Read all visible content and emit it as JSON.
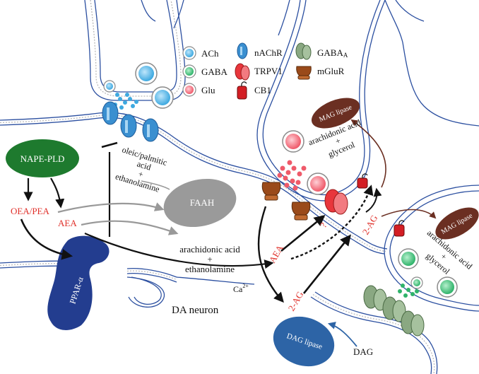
{
  "legend": {
    "ach": "ACh",
    "nachr": "nAChR",
    "gaba_a": "GABA",
    "gaba_a_sub": "A",
    "gaba": "GABA",
    "trpv1": "TRPV1",
    "mglur": "mGluR",
    "glu": "Glu",
    "cb1": "CB1"
  },
  "enzymes": {
    "nape_pld": "NAPE-PLD",
    "faah": "FAAH",
    "ppar": "PPAR-α",
    "mag_lipase_1": "MAG lipase",
    "mag_lipase_2": "MAG lipase",
    "dag_lipase": "DAG lipase"
  },
  "labels": {
    "oea_pea": "OEA/PEA",
    "aea_left": "AEA",
    "oleic_1": "oleic/palmitic",
    "oleic_2": "acid",
    "oleic_3": "+",
    "oleic_4": "ethanolamine",
    "ara_eth_1": "arachidonic acid",
    "ara_eth_2": "+",
    "ara_eth_3": "ethanolamine",
    "ca": "Ca",
    "ca_sup": "2+",
    "aea_mid": "AEA",
    "two_ag_low": "2-AG",
    "two_ag_mid": "2-AG",
    "question": "?",
    "dag": "DAG",
    "da_neuron": "DA neuron",
    "ara_gly_top_1": "arachidonic acid",
    "ara_gly_top_2": "+",
    "ara_gly_top_3": "glycerol",
    "ara_gly_right_1": "arachidonic acid",
    "ara_gly_right_2": "+",
    "ara_gly_right_3": "glycerol"
  },
  "colors": {
    "membrane_blue": "#2b4fa0",
    "nape_green": "#1e7a2e",
    "faah_gray": "#9a9a9a",
    "ppar_blue": "#233d8f",
    "mag_brown": "#6b2f22",
    "dag_blue": "#2d64a6",
    "label_red": "#e0302a",
    "trpv1_red": "#e8363c",
    "mglur_brown": "#9a4a1a",
    "gaba_a_green": "#8aa882",
    "ach_blue": "#3ea9e0",
    "gaba_green": "#2fb36a",
    "glu_red": "#ef5a6a"
  }
}
